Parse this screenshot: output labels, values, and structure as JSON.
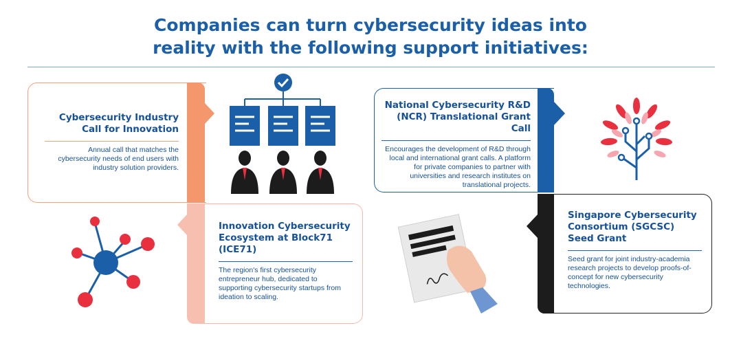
{
  "headline": {
    "line1": "Companies can turn cybersecurity ideas into",
    "line2": "reality with the following support initiatives:"
  },
  "initiatives": [
    {
      "title": "Cybersecurity Industry Call for Innovation",
      "description": "Annual call that matches the cybersecurity needs of end users with industry solution providers.",
      "accent": "#f4976c",
      "icon": "org-chart-people-icon"
    },
    {
      "title": "National Cybersecurity R&D (NCR) Translational Grant Call",
      "description": "Encourages the development of R&D through local and international grant calls. A platform for private companies to partner with universities and research institutes on translational projects.",
      "accent": "#1a5fa8",
      "icon": "circuit-tree-icon"
    },
    {
      "title": "Innovation Cybersecurity Ecosystem at Block71 (ICE71)",
      "description": "The region's first cybersecurity entrepreneur hub, dedicated to supporting cybersecurity startups from ideation to scaling.",
      "accent": "#f7bfb0",
      "icon": "network-hub-icon"
    },
    {
      "title": "Singapore Cybersecurity Consortium (SGCSC) Seed Grant",
      "description": "Seed grant for joint industry-academia research projects to develop proofs-of-concept for new cybersecurity technologies.",
      "accent": "#1c1c1c",
      "icon": "signed-document-hand-icon"
    }
  ],
  "colors": {
    "title_blue": "#15509a",
    "red": "#e8303f",
    "dark": "#1c1c1c"
  }
}
